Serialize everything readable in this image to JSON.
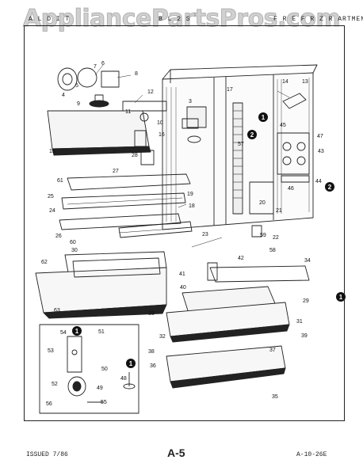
{
  "watermark": "AppliancePartsPros.com",
  "header": {
    "left": "A L D I T",
    "middle": "B L  2  S",
    "right": "F R E  F  R  Z  R  ARTMENT"
  },
  "footer": {
    "issued": "ISSUED 7/86",
    "page": "A-5",
    "code": "A-10-26E"
  },
  "part_numbers": [
    "1",
    "2",
    "3",
    "4",
    "5",
    "6",
    "7",
    "8",
    "9",
    "10",
    "11",
    "12",
    "13",
    "14",
    "15",
    "16",
    "17",
    "18",
    "19",
    "20",
    "21",
    "22",
    "23",
    "24",
    "25",
    "26",
    "27",
    "28",
    "29",
    "30",
    "31",
    "32",
    "33",
    "34",
    "35",
    "36",
    "37",
    "38",
    "39",
    "40",
    "41",
    "42",
    "43",
    "44",
    "45",
    "46",
    "47",
    "48",
    "49",
    "50",
    "51",
    "52",
    "53",
    "54",
    "55",
    "56",
    "57",
    "58",
    "59",
    "60",
    "61",
    "62",
    "63"
  ],
  "section_markers": [
    "1",
    "2"
  ]
}
